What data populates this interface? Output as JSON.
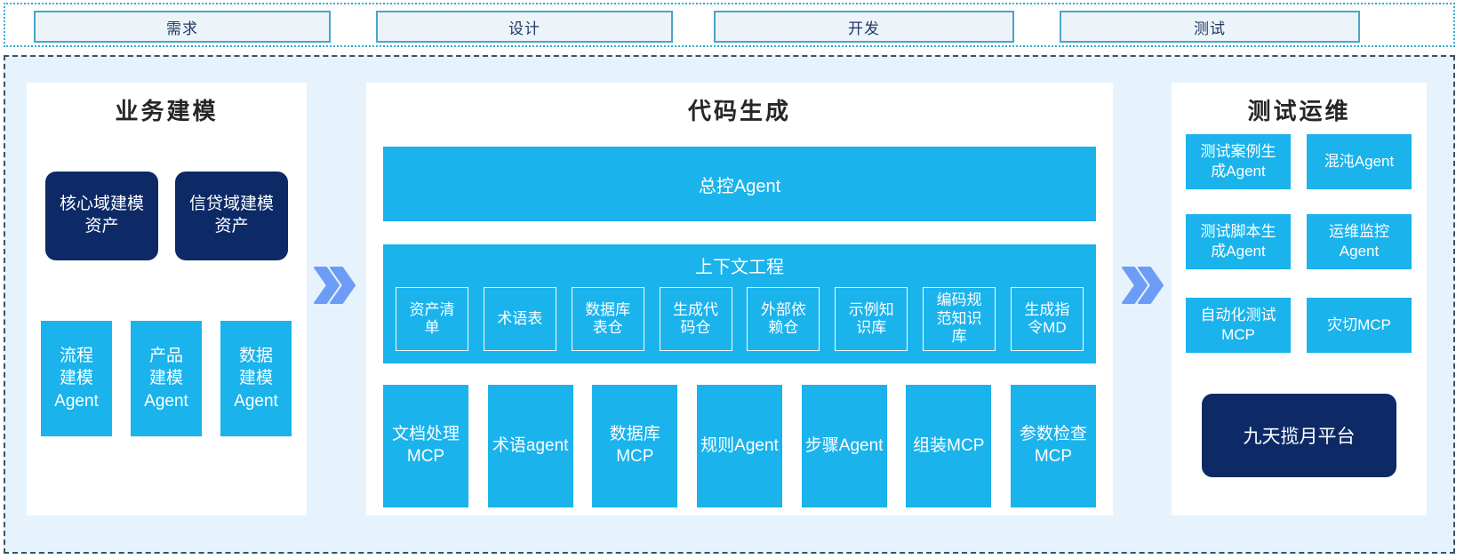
{
  "phases": [
    {
      "label": "需求"
    },
    {
      "label": "设计"
    },
    {
      "label": "开发"
    },
    {
      "label": "测试"
    }
  ],
  "business_modeling": {
    "title": "业务建模",
    "assets": [
      {
        "label": "核心域建模\n资产"
      },
      {
        "label": "信贷域建模\n资产"
      }
    ],
    "agents": [
      {
        "label": "流程\n建模\nAgent"
      },
      {
        "label": "产品\n建模\nAgent"
      },
      {
        "label": "数据\n建模\nAgent"
      }
    ]
  },
  "code_generation": {
    "title": "代码生成",
    "master_agent": "总控Agent",
    "context_engineering": {
      "title": "上下文工程",
      "items": [
        {
          "label": "资产清\n单"
        },
        {
          "label": "术语表"
        },
        {
          "label": "数据库\n表仓"
        },
        {
          "label": "生成代\n码仓"
        },
        {
          "label": "外部依\n赖仓"
        },
        {
          "label": "示例知\n识库"
        },
        {
          "label": "编码规\n范知识\n库"
        },
        {
          "label": "生成指\n令MD"
        }
      ]
    },
    "tools": [
      {
        "label": "文档处理\nMCP"
      },
      {
        "label": "术语agent"
      },
      {
        "label": "数据库\nMCP"
      },
      {
        "label": "规则Agent"
      },
      {
        "label": "步骤Agent"
      },
      {
        "label": "组装MCP"
      },
      {
        "label": "参数检查\nMCP"
      }
    ]
  },
  "test_ops": {
    "title": "测试运维",
    "boxes": [
      {
        "label": "测试案例生\n成Agent"
      },
      {
        "label": "混沌Agent"
      },
      {
        "label": "测试脚本生\n成Agent"
      },
      {
        "label": "运维监控\nAgent"
      },
      {
        "label": "自动化测试\nMCP"
      },
      {
        "label": "灾切MCP"
      }
    ],
    "platform": "九天揽月平台"
  },
  "icons": {
    "flow_arrow": "double-chevron-right"
  },
  "colors": {
    "cyan_box": "#1ab3ec",
    "navy_box": "#0d2a66",
    "arrow": "#6d9cf6",
    "panel_bg": "#ffffff",
    "band_bg": "#e7f3fc",
    "phase_box_bg": "#edf4f9",
    "phase_box_border": "#4ba5c8",
    "top_dotted_border": "#35aecd",
    "main_dashed_border": "#3a5260",
    "title_text": "#262626",
    "phase_text": "#203864"
  }
}
